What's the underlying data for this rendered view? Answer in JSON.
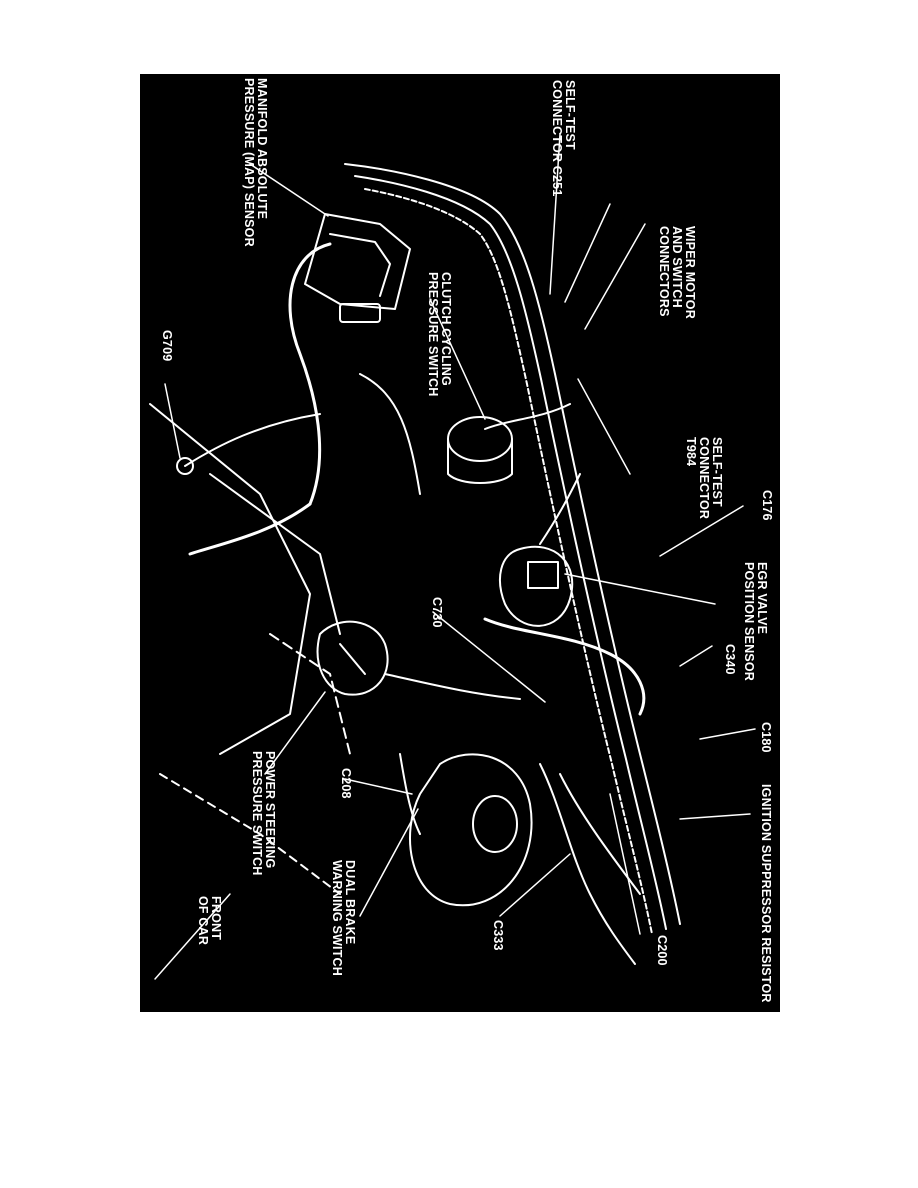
{
  "figure": {
    "colors": {
      "background": "#000000",
      "ink": "#ffffff",
      "page": "#ffffff"
    },
    "labels": {
      "map_sensor": [
        "MANIFOLD ABSOLUTE",
        "PRESSURE (MAP) SENSOR"
      ],
      "self_test_c251": [
        "SELF-TEST",
        "CONNECTOR C251"
      ],
      "wiper": [
        "WIPER MOTOR",
        "AND SWITCH",
        "CONNECTORS"
      ],
      "clutch": [
        "CLUTCH CYCLING",
        "PRESSURE SWITCH"
      ],
      "g709": "G709",
      "self_test_t984": [
        "SELF-TEST",
        "CONNECTOR",
        "T984"
      ],
      "c176": "C176",
      "egr": [
        "EGR VALVE",
        "POSITION SENSOR"
      ],
      "c730": "C730",
      "c340": "C340",
      "c180": "C180",
      "ignition": "IGNITION SUPPRESSOR RESISTOR",
      "c208": "C208",
      "power_steering": [
        "POWER STEERING",
        "PRESSURE SWITCH"
      ],
      "dual_brake": [
        "DUAL BRAKE",
        "WARNING SWITCH"
      ],
      "c333": "C333",
      "c200": "C200",
      "front": [
        "FRONT",
        "OF CAR"
      ]
    }
  }
}
